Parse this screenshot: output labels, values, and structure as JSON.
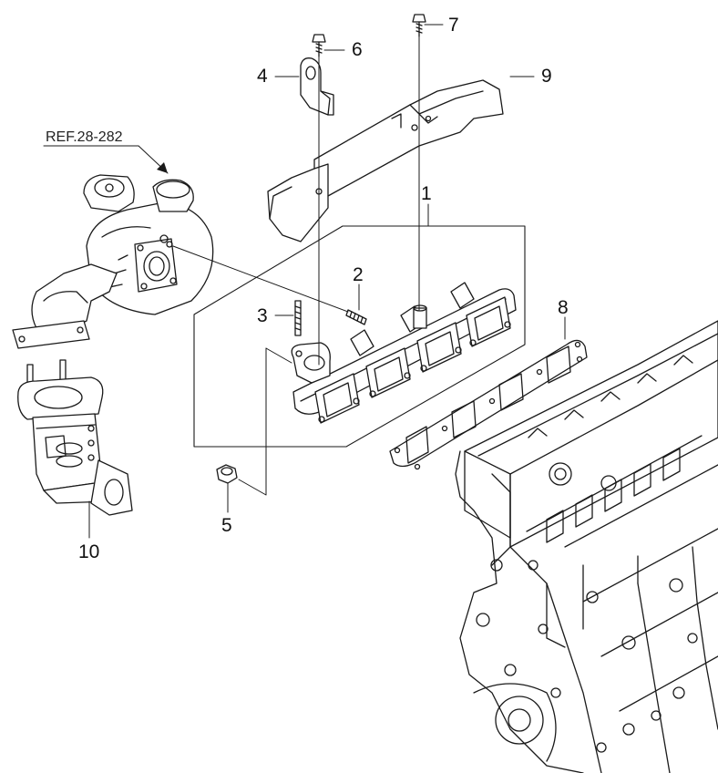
{
  "reference": {
    "text": "REF.28-282"
  },
  "callouts": [
    {
      "id": "1",
      "part": "exhaust-manifold"
    },
    {
      "id": "2",
      "part": "stud"
    },
    {
      "id": "3",
      "part": "stud"
    },
    {
      "id": "4",
      "part": "bracket"
    },
    {
      "id": "5",
      "part": "nut"
    },
    {
      "id": "6",
      "part": "bolt"
    },
    {
      "id": "7",
      "part": "bolt"
    },
    {
      "id": "8",
      "part": "manifold-gasket"
    },
    {
      "id": "9",
      "part": "heat-protector"
    },
    {
      "id": "10",
      "part": "catalytic-converter"
    }
  ],
  "colors": {
    "line": "#1a1a1a",
    "paper": "#ffffff",
    "shade": "#dcdcdc"
  }
}
